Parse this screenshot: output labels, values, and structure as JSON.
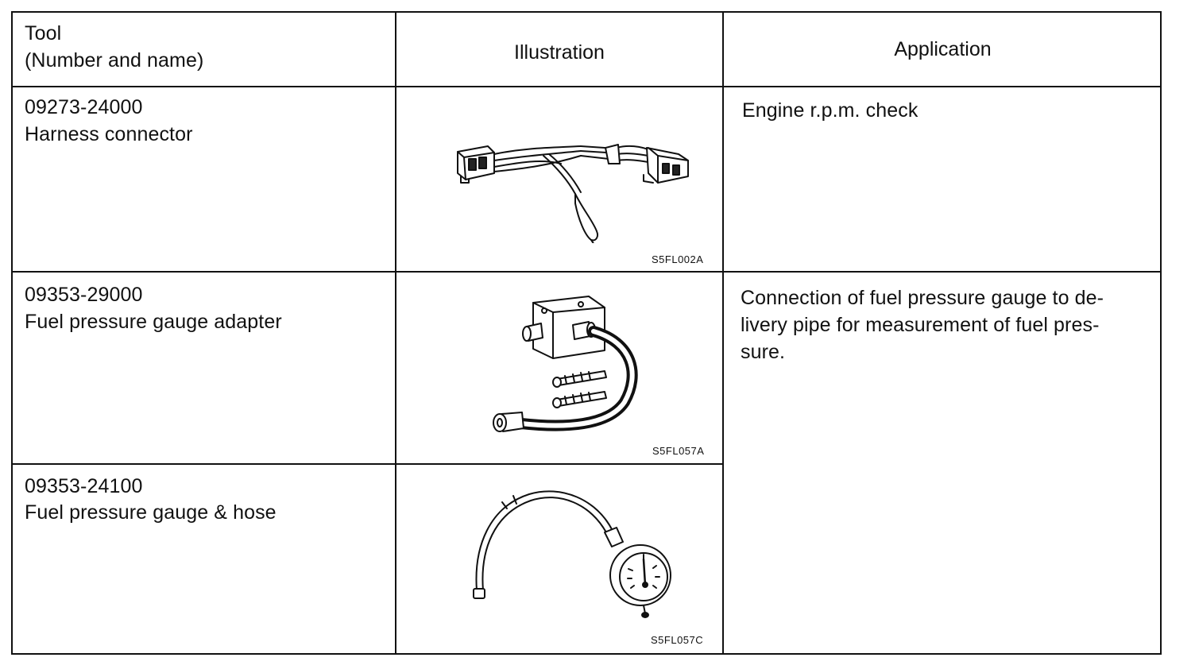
{
  "headers": {
    "tool_line1": "Tool",
    "tool_line2": "(Number and name)",
    "illustration": "Illustration",
    "application": "Application"
  },
  "rows": [
    {
      "number": "09273-24000",
      "name": "Harness connector",
      "illustration_code": "S5FL002A",
      "illustration_icon": "harness-connector-illustration",
      "application": [
        "Engine r.p.m. check"
      ]
    },
    {
      "number": "09353-29000",
      "name": "Fuel pressure gauge adapter",
      "illustration_code": "S5FL057A",
      "illustration_icon": "fuel-pressure-gauge-adapter-illustration",
      "application": [
        "Connection of fuel pressure gauge to de-",
        "livery pipe for measurement of fuel pres-",
        "sure."
      ]
    },
    {
      "number": "09353-24100",
      "name": "Fuel pressure gauge & hose",
      "illustration_code": "S5FL057C",
      "illustration_icon": "fuel-pressure-gauge-hose-illustration",
      "application": []
    }
  ]
}
